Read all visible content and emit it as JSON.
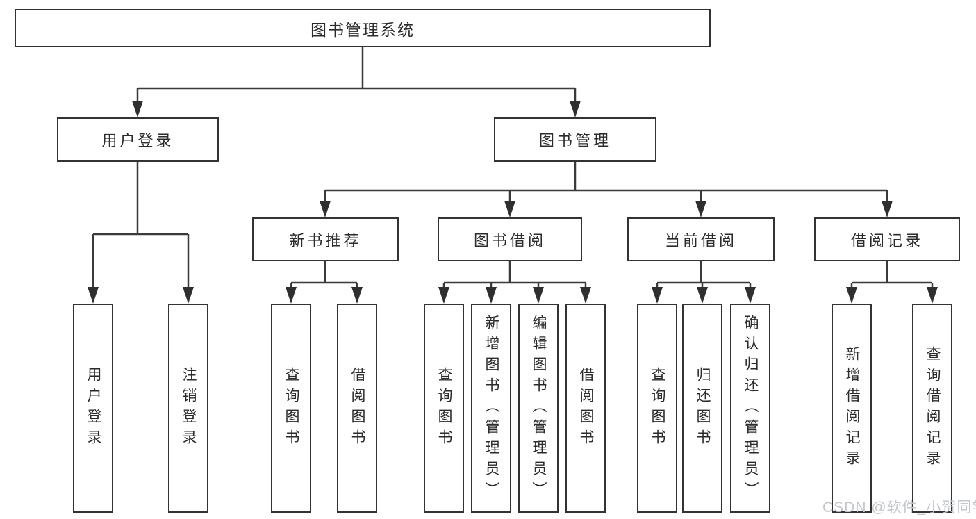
{
  "tree": {
    "root": "图书管理系统",
    "children": [
      {
        "label": "用户登录",
        "leaves": [
          "用户登录",
          "注销登录"
        ]
      },
      {
        "label": "图书管理",
        "children": [
          {
            "label": "新书推荐",
            "leaves": [
              "查询图书",
              "借阅图书"
            ]
          },
          {
            "label": "图书借阅",
            "leaves": [
              "查询图书",
              "新增图书（管理员）",
              "编辑图书（管理员）",
              "借阅图书"
            ]
          },
          {
            "label": "当前借阅",
            "leaves": [
              "查询图书",
              "归还图书",
              "确认归还（管理员）"
            ]
          },
          {
            "label": "借阅记录",
            "leaves": [
              "新增借阅记录",
              "查询借阅记录"
            ]
          }
        ]
      }
    ]
  },
  "watermark": "CSDN @软件_小贺同学",
  "colors": {
    "line": "#3a3a3a",
    "box_border": "#333333",
    "text": "#2b2b2b",
    "watermark": "#c3c7cb",
    "background": "#ffffff"
  }
}
